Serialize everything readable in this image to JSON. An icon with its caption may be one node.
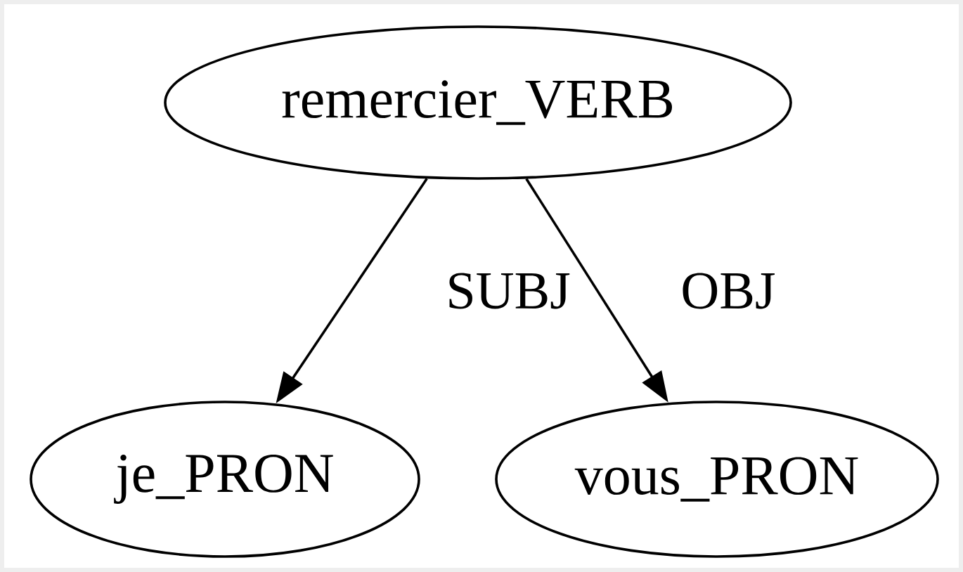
{
  "diagram": {
    "nodes": [
      {
        "text": [
          "remercier_VERB"
        ]
      },
      {
        "text": [
          "je_PRON"
        ]
      },
      {
        "text": [
          "vous_PRON"
        ]
      }
    ],
    "edges": [
      {
        "from": 0,
        "to": 1,
        "arrow": "to",
        "label": "SUBJ"
      },
      {
        "from": 0,
        "to": 2,
        "arrow": "to",
        "label": "OBJ"
      }
    ]
  }
}
